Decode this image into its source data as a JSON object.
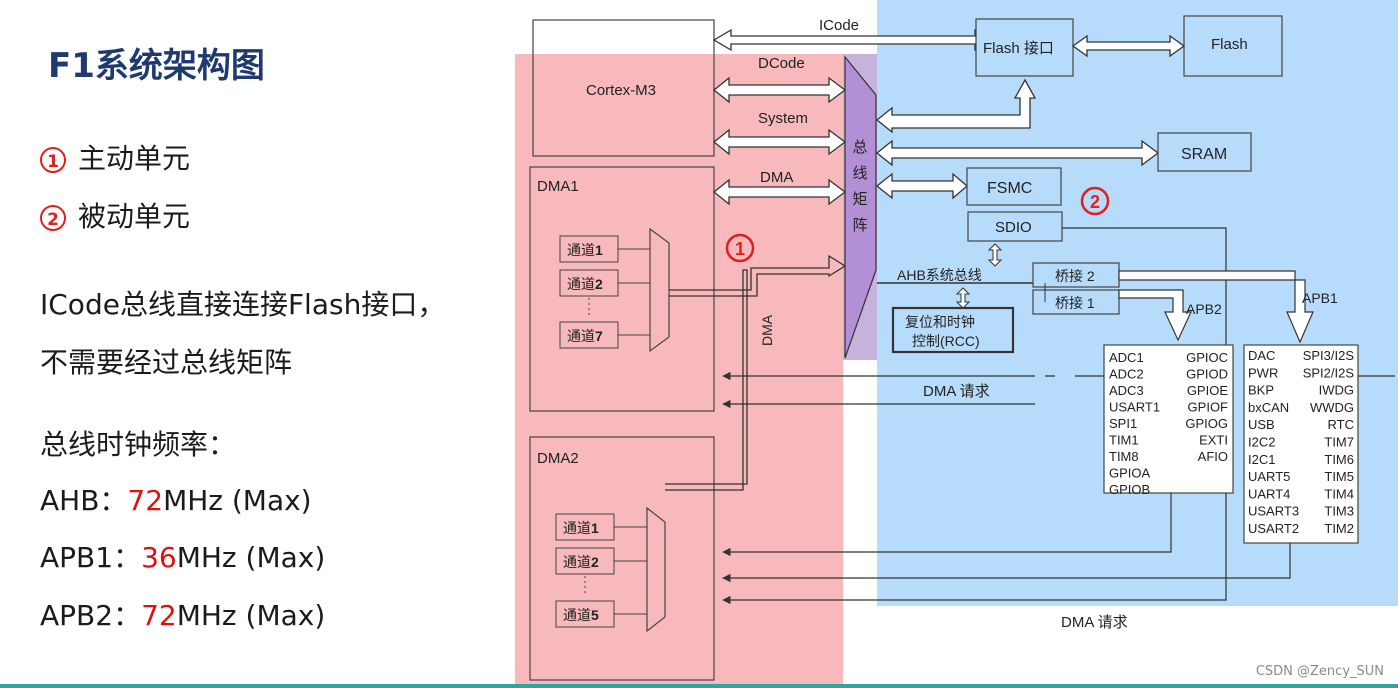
{
  "slide": {
    "title": "F1系统架构图",
    "legend": [
      {
        "num": "1",
        "text": "主动单元"
      },
      {
        "num": "2",
        "text": "被动单元"
      }
    ],
    "note_line1": "ICode总线直接连接Flash接口，",
    "note_line2": "不需要经过总线矩阵",
    "clock_heading": "总线时钟频率：",
    "clocks": [
      {
        "name": "AHB：",
        "value": "72",
        "unit": "MHz (Max)"
      },
      {
        "name": "APB1：",
        "value": "36",
        "unit": "MHz (Max)"
      },
      {
        "name": "APB2：",
        "value": "72",
        "unit": "MHz (Max)"
      }
    ]
  },
  "diagram": {
    "bus_labels": {
      "icode": "ICode",
      "dcode": "DCode",
      "system": "System",
      "dma": "DMA",
      "dma_vertical": "DMA"
    },
    "blocks": {
      "cortex": "Cortex-M3",
      "flash_interface": "Flash 接口",
      "flash": "Flash",
      "sram": "SRAM",
      "fsmc": "FSMC",
      "sdio": "SDIO",
      "dma1": "DMA1",
      "dma2": "DMA2",
      "bridge2": "桥接 2",
      "bridge1": "桥接 1",
      "rcc_line1": "复位和时钟",
      "rcc_line2": "控制(RCC)",
      "ahb_bus": "AHB系统总线",
      "apb2": "APB2",
      "apb1": "APB1",
      "dma_request_top": "DMA 请求",
      "dma_request_bottom": "DMA 请求"
    },
    "bus_matrix": [
      "总",
      "线",
      "矩",
      "阵"
    ],
    "dma1_channels": [
      {
        "label": "通道",
        "num": "1"
      },
      {
        "label": "通道",
        "num": "2"
      },
      {
        "label": "通道",
        "num": "7"
      }
    ],
    "dma2_channels": [
      {
        "label": "通道",
        "num": "1"
      },
      {
        "label": "通道",
        "num": "2"
      },
      {
        "label": "通道",
        "num": "5"
      }
    ],
    "apb2_left": [
      "ADC1",
      "ADC2",
      "ADC3",
      "USART1",
      "SPI1",
      "TIM1",
      "TIM8",
      "GPIOA",
      "GPIOB"
    ],
    "apb2_right": [
      "GPIOC",
      "GPIOD",
      "GPIOE",
      "GPIOF",
      "GPIOG",
      "EXTI",
      "AFIO"
    ],
    "apb1_left": [
      "DAC",
      "PWR",
      "BKP",
      "bxCAN",
      "USB",
      "I2C2",
      "I2C1",
      "UART5",
      "UART4",
      "USART3",
      "USART2"
    ],
    "apb1_right": [
      "SPI3/I2S",
      "SPI2/I2S",
      "IWDG",
      "WWDG",
      "RTC",
      "TIM7",
      "TIM6",
      "TIM5",
      "TIM4",
      "TIM3",
      "TIM2"
    ],
    "markers": {
      "active": "1",
      "passive": "2"
    }
  },
  "watermark": "CSDN @Zency_SUN",
  "colors": {
    "active_region": "#f7b9bc",
    "passive_region": "#b7dcfb",
    "bus_matrix": "#c7b2dc",
    "title": "#1f3a6e",
    "accent_red": "#e01010"
  }
}
